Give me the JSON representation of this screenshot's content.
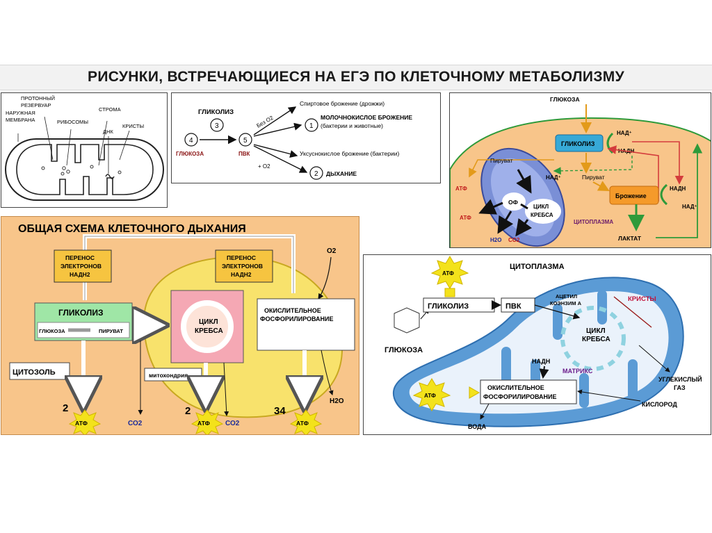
{
  "title": "РИСУНКИ, ВСТРЕЧАЮЩИЕСЯ НА ЕГЭ ПО КЛЕТОЧНОМУ МЕТАБОЛИЗМУ",
  "colors": {
    "orange_panel": "#f8c58a",
    "yellow_mito": "#f8e26c",
    "blue_mito": "#7a8fd6",
    "cyan_glycolysis": "#37a9d7",
    "green_arrow": "#2e9a3a",
    "atf_star": "#f3e21b"
  },
  "mito_structure": {
    "protonny": "ПРОТОННЫЙ",
    "rezervuar": "РЕЗЕРВУАР",
    "naruzh": "НАРУЖНАЯ",
    "membrana": "МЕМБРАНА",
    "ribosomy": "РИБОСОМЫ",
    "stroma": "СТРОМА",
    "dnk": "ДНК",
    "kristy": "КРИСТЫ"
  },
  "fermentation": {
    "glikoliz": "ГЛИКОЛИЗ",
    "n3": "3",
    "n4": "4",
    "n5": "5",
    "n1": "1",
    "n2": "2",
    "glukoza": "ГЛЮКОЗА",
    "pvk": "ПВК",
    "bez_o2": "Без О2",
    "plus_o2": "+ О2",
    "spirt": "Спиртовое брожение (дрожжи)",
    "moloch": "МОЛОЧНОКИСЛОЕ БРОЖЕНИЕ",
    "moloch_sub": "(бактерии и животные)",
    "uksus": "Уксуснокислое брожение (бактерии)",
    "dyhanie": "ДЫХАНИЕ"
  },
  "cyto_panel": {
    "glukoza": "ГЛЮКОЗА",
    "glikoliz": "ГЛИКОЛИЗ",
    "nad_plus": "НАД⁺",
    "nadn": "НАДН",
    "piruvat": "Пируват",
    "atf": "АТФ",
    "of": "ОФ",
    "cikl": "ЦИКЛ",
    "krebsa": "КРЕБСА",
    "h2o": "H2O",
    "co2": "CO2",
    "citoplazma": "ЦИТОПЛАЗМА",
    "brozhenie": "Брожение",
    "laktat": "ЛАКТАТ"
  },
  "respiration": {
    "heading": "ОБЩАЯ СХЕМА КЛЕТОЧНОГО ДЫХАНИЯ",
    "perenos1": "ПЕРЕНОС",
    "perenos2": "ЭЛЕКТРОНОВ",
    "perenos3": "НАДН2",
    "o2": "О2",
    "glikoliz": "ГЛИКОЛИЗ",
    "glukoza": "ГЛЮКОЗА",
    "piruvat": "ПИРУВАТ",
    "cikl": "ЦИКЛ",
    "krebsa": "КРЕБСА",
    "okis1": "ОКИСЛИТЕЛЬНОЕ",
    "okis2": "ФОСФОРИЛИРОВАНИЕ",
    "citozol": "ЦИТОЗОЛЬ",
    "mitohondria": "митохондрия",
    "h2o": "Н2О",
    "n2a": "2",
    "n2b": "2",
    "n34": "34",
    "atf": "АТФ",
    "co2": "СО2"
  },
  "matrix_panel": {
    "atf": "АТФ",
    "citoplazma": "ЦИТОПЛАЗМА",
    "glikoliz": "ГЛИКОЛИЗ",
    "pvk": "ПВК",
    "acetil": "АЦЕТИЛ",
    "koenzim": "КОЭНЗИМ А",
    "kristy": "КРИСТЫ",
    "glukoza": "ГЛЮКОЗА",
    "cikl": "ЦИКЛ",
    "krebsa": "КРЕБСА",
    "nadn": "НАДН",
    "matriks": "МАТРИКС",
    "uglekisly": "УГЛЕКИСЛЫЙ",
    "gaz": "ГАЗ",
    "okis1": "ОКИСЛИТЕЛЬНОЕ",
    "okis2": "ФОСФОРИЛИРОВАНИЕ",
    "kislorod": "КИСЛОРОД",
    "voda": "ВОДА"
  }
}
